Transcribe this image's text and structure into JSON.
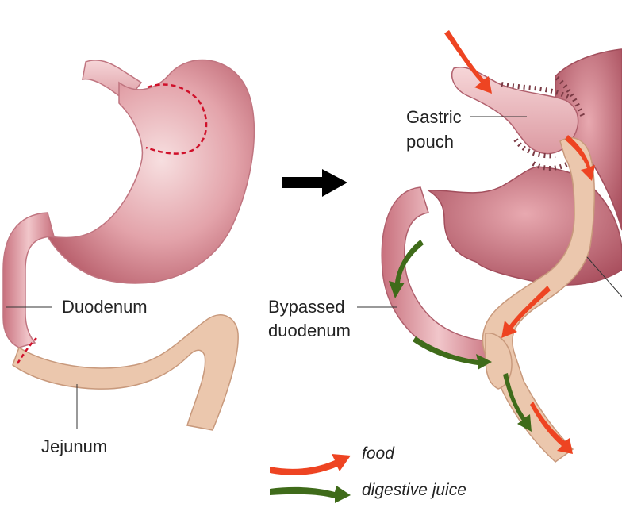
{
  "labels": {
    "duodenum": "Duodenum",
    "jejunum": "Jejunum",
    "gastric_line1": "Gastric",
    "gastric_line2": "pouch",
    "bypassed_line1": "Bypassed",
    "bypassed_line2": "duodenum"
  },
  "legend": {
    "food": "food",
    "digestive_juice": "digestive juice"
  },
  "colors": {
    "stomach": "#d9848f",
    "stomach_light": "#f4d2d4",
    "stomach_dark": "#b85e6b",
    "intestine": "#ebc7ad",
    "intestine_edge": "#c8997c",
    "food_arrow": "#ee4422",
    "juice_arrow": "#3f6b1a",
    "cut_line": "#d0102a",
    "staple": "#7a3a44"
  }
}
